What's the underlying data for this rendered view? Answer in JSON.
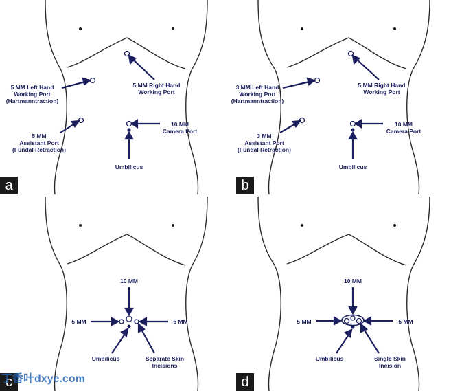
{
  "panels": {
    "a": {
      "tag": "a",
      "left_port": [
        "5 MM Left Hand",
        "Working Port",
        "(Hartmanntraction)"
      ],
      "right_port": [
        "5 MM Right Hand",
        "Working Port"
      ],
      "assistant_port": [
        "5 MM",
        "Assistant Port",
        "(Fundal Retraction)"
      ],
      "camera_port": [
        "10 MM",
        "Camera Port"
      ],
      "umbilicus": "Umbilicus"
    },
    "b": {
      "tag": "b",
      "left_port": [
        "3 MM Left Hand",
        "Working Port",
        "(Hartmanntraction)"
      ],
      "right_port": [
        "5 MM Right Hand",
        "Working Port"
      ],
      "assistant_port": [
        "3 MM",
        "Assistant Port",
        "(Fundal Retraction)"
      ],
      "camera_port": [
        "10 MM",
        "Camera Port"
      ],
      "umbilicus": "Umbilicus"
    },
    "c": {
      "tag": "c",
      "top": "10 MM",
      "left": "5 MM",
      "right": "5 MM",
      "umbilicus": "Umbilicus",
      "incision": [
        "Separate Skin",
        "Incisions"
      ]
    },
    "d": {
      "tag": "d",
      "top": "10 MM",
      "left": "5 MM",
      "right": "5 MM",
      "umbilicus": "Umbilicus",
      "incision": [
        "Single Skin",
        "Incision"
      ]
    }
  },
  "watermark": "丁香叶dxye.com",
  "colors": {
    "ink": "#1b1f5e",
    "outline": "#2a2a2a",
    "tag_bg": "#1a1a1a"
  }
}
